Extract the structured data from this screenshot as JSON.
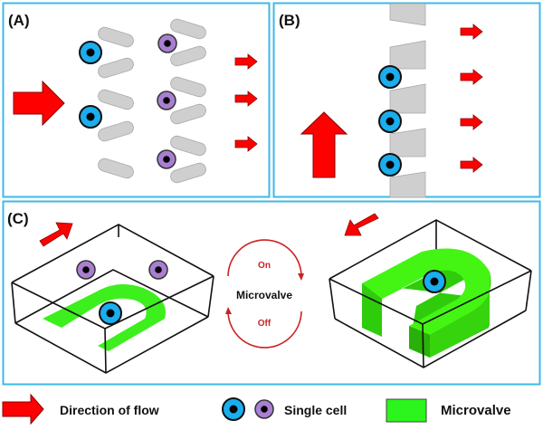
{
  "panels": {
    "a": {
      "label": "(A)"
    },
    "b": {
      "label": "(B)"
    },
    "c": {
      "label": "(C)",
      "toggle": {
        "center": "Microvalve",
        "on": "On",
        "off": "Off"
      }
    }
  },
  "legend": {
    "flow": "Direction of flow",
    "cell": "Single cell",
    "valve": "Microvalve"
  },
  "colors": {
    "panel_border": "#3cb9e8",
    "arrow": "#ff0000",
    "cell_large": "#1aaeee",
    "cell_small": "#a97fd1",
    "trap": "#cfcfcf",
    "valve": "#33ee11",
    "toggle": "#cc2222"
  }
}
